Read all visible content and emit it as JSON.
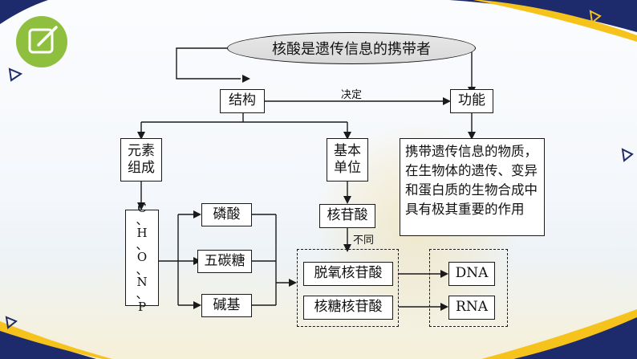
{
  "title": "核酸是遗传信息的携带者",
  "structure": "结构",
  "decides": "决定",
  "function": "功能",
  "element_composition": "元素\n组成",
  "basic_unit": "基本\n单位",
  "function_desc": "携带遗传信息的物质，在生物体的遗传、变异和蛋白质的生物合成中具有极其重要的作用",
  "elements": [
    "C",
    "、",
    "H",
    "、",
    "O",
    "、",
    "N",
    "、",
    "P"
  ],
  "phosphate": "磷酸",
  "pentose": "五碳糖",
  "base": "碱基",
  "nucleotide": "核苷酸",
  "different": "不同",
  "deoxyribonucleotide": "脱氧核苷酸",
  "ribonucleotide": "核糖核苷酸",
  "dna": "DNA",
  "rna": "RNA",
  "colors": {
    "navy": "#1d2a6b",
    "yellow": "#f6c21c",
    "icon_green": "#8fbf3f"
  }
}
